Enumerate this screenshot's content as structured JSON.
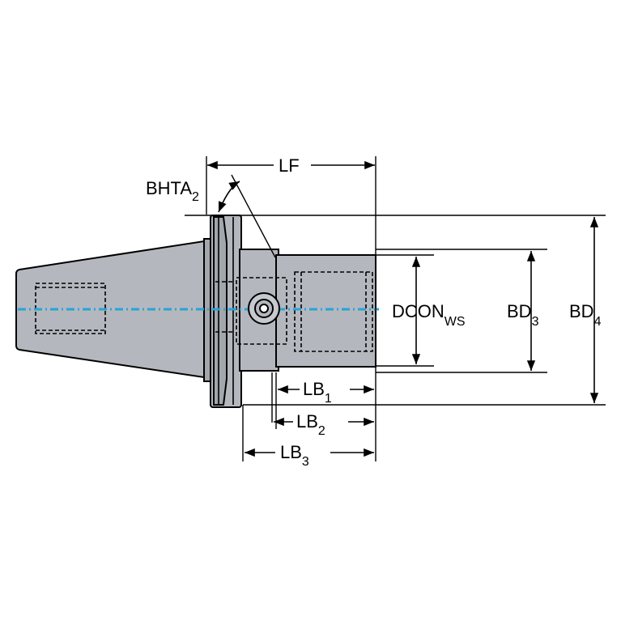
{
  "colors": {
    "body_fill": "#b4b8be",
    "outline": "#000000",
    "centerline": "#29a3d6",
    "background": "#ffffff"
  },
  "labels": {
    "lf": {
      "main": "LF",
      "sub": ""
    },
    "bhta": {
      "main": "BHTA",
      "sub": "2"
    },
    "dcon": {
      "main": "DCON",
      "sub": "WS"
    },
    "bd3": {
      "main": "BD",
      "sub": "3"
    },
    "bd4": {
      "main": "BD",
      "sub": "4"
    },
    "lb1": {
      "main": "LB",
      "sub": "1"
    },
    "lb2": {
      "main": "LB",
      "sub": "2"
    },
    "lb3": {
      "main": "LB",
      "sub": "3"
    }
  }
}
